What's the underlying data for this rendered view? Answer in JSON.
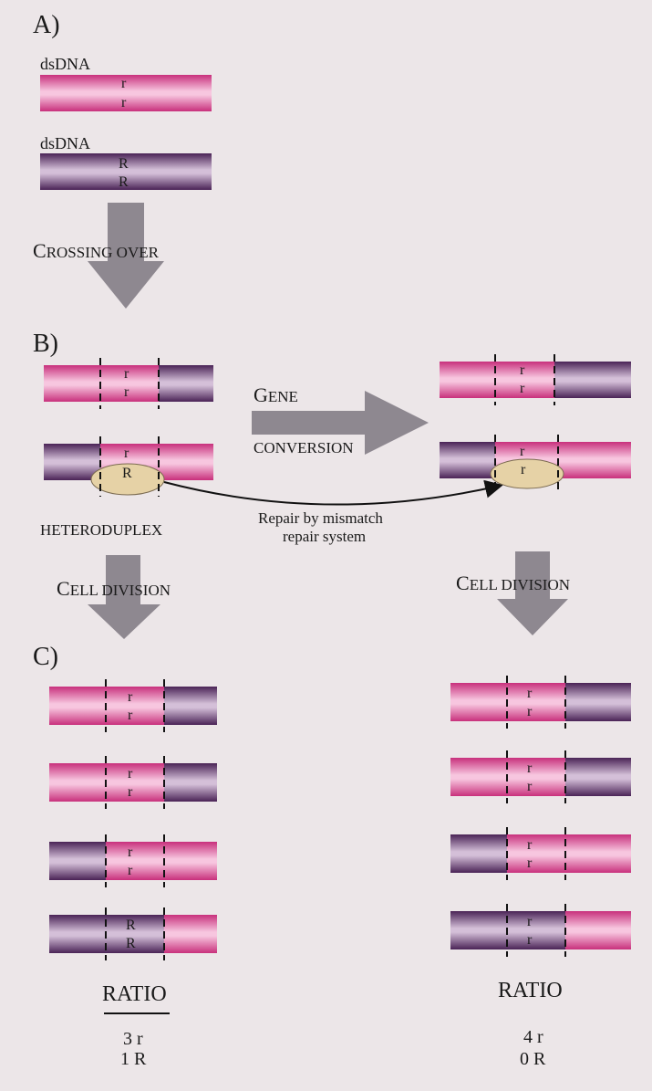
{
  "sections": {
    "a": "A)",
    "b": "B)",
    "c": "C)"
  },
  "labels": {
    "dsdna_top": "dsDNA",
    "dsdna_bottom": "dsDNA",
    "crossing_over_cap": "C",
    "crossing_over_rest": "ROSSING OVER",
    "gene_cap": "G",
    "gene_rest": "ENE",
    "conversion": "CONVERSION",
    "heteroduplex": "HETERODUPLEX",
    "repair_line1": "Repair by mismatch",
    "repair_line2": "repair system",
    "cell_division_left_cap": "C",
    "cell_division_left_rest": "ELL DIVISION",
    "cell_division_right_cap": "C",
    "cell_division_right_rest": "ELL DIVISION",
    "ratio_left": "RATIO",
    "ratio_left_top": "3 r",
    "ratio_left_bottom": "1 R",
    "ratio_right": "RATIO",
    "ratio_right_top": "4 r",
    "ratio_right_bottom": "0 R"
  },
  "alleles": {
    "lower": "r",
    "upper": "R"
  },
  "colors": {
    "pink": "#e8569e",
    "purple": "#6e3f7a",
    "arrow": "#8e8890",
    "ellipse": "#e6d2a6",
    "background": "#ece6e8"
  }
}
